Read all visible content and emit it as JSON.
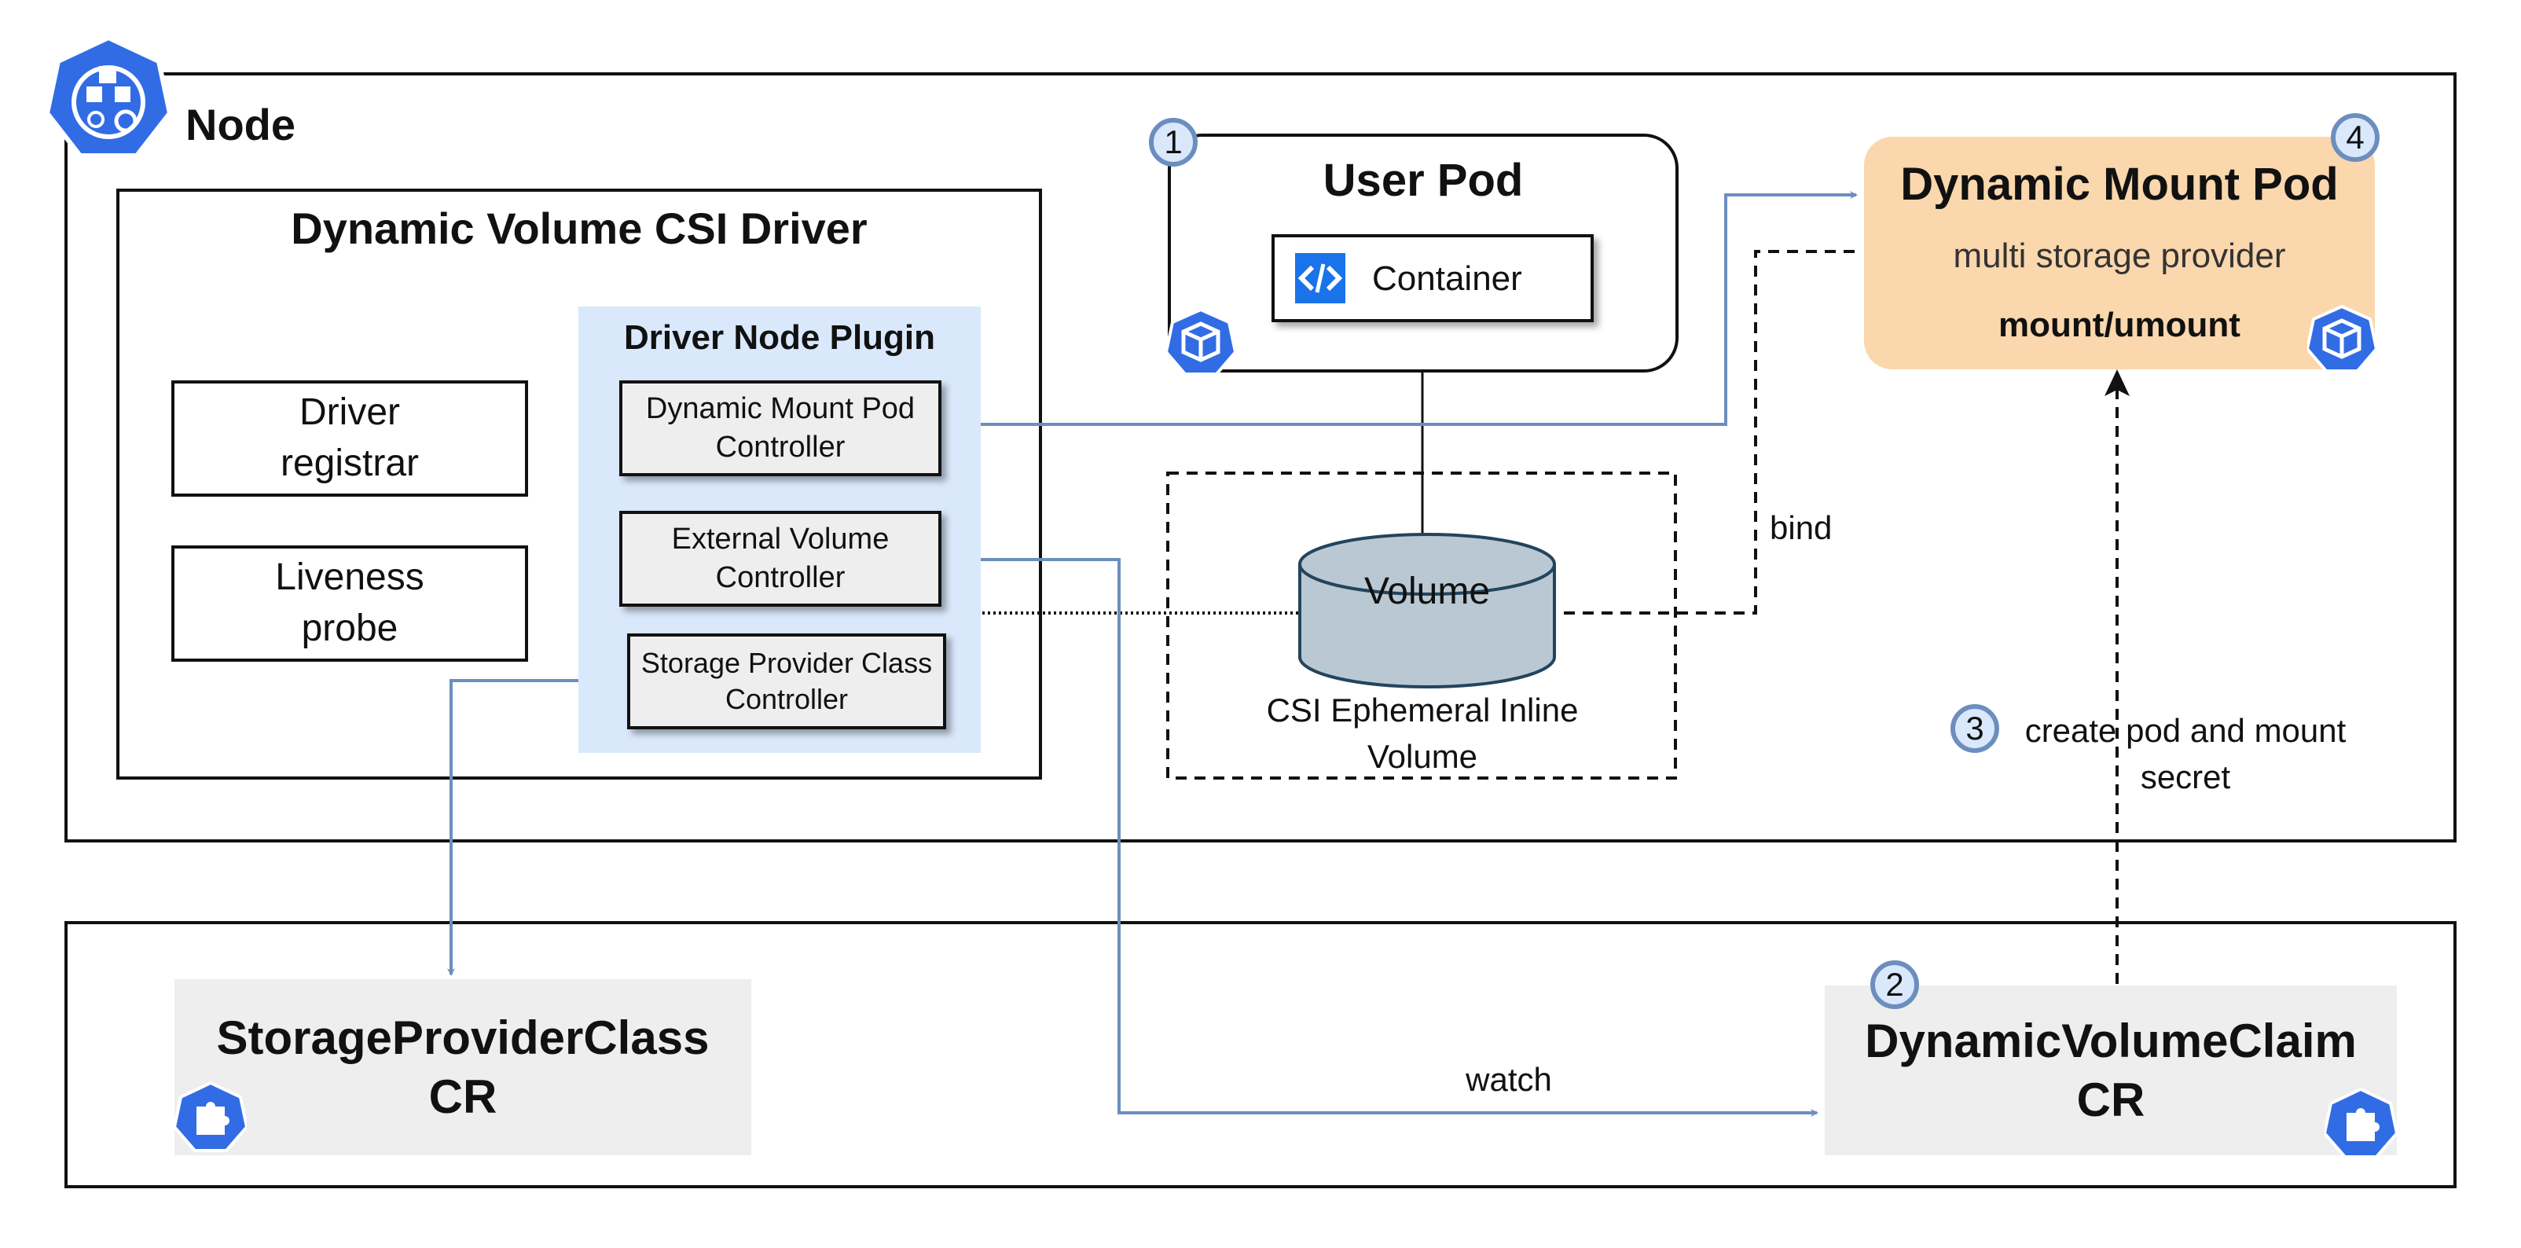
{
  "node": {
    "title": "Node",
    "icon": "kubernetes-node-icon"
  },
  "csi_driver": {
    "title": "Dynamic Volume CSI Driver",
    "driver_registrar": "Driver registrar",
    "liveness_probe": "Liveness probe",
    "plugin": {
      "title": "Driver Node Plugin",
      "dynamic_mount_pod_controller": "Dynamic Mount Pod Controller",
      "external_volume_controller": "External Volume Controller",
      "storage_provider_class_controller": "Storage Provider Class Controller"
    }
  },
  "user_pod": {
    "number": "1",
    "title": "User Pod",
    "container": "Container",
    "icon": "pod-icon"
  },
  "dynamic_mount_pod": {
    "number": "4",
    "title": "Dynamic Mount Pod",
    "subtitle": "multi storage provider",
    "action": "mount/umount",
    "icon": "pod-icon"
  },
  "volume": {
    "label": "Volume",
    "caption": "CSI Ephemeral Inline Volume"
  },
  "edges": {
    "bind": "bind",
    "create": {
      "number": "3",
      "label": "create pod and mount secret"
    },
    "watch": "watch"
  },
  "storage_provider_class_cr": {
    "title": "StorageProviderClass CR",
    "icon": "crd-puzzle-icon"
  },
  "dynamic_volume_claim_cr": {
    "number": "2",
    "title": "DynamicVolumeClaim CR",
    "icon": "crd-puzzle-icon"
  },
  "colors": {
    "k8s_blue": "#326ce5",
    "arrow_blue": "#6c8ebf",
    "plugin_bg": "#dae8fc",
    "mount_pod_bg": "#fad7ac",
    "cr_bg": "#eeeeee",
    "controller_bg": "#eeeeee",
    "cylinder_fill": "#bac8d3",
    "cylinder_stroke": "#23445d"
  }
}
